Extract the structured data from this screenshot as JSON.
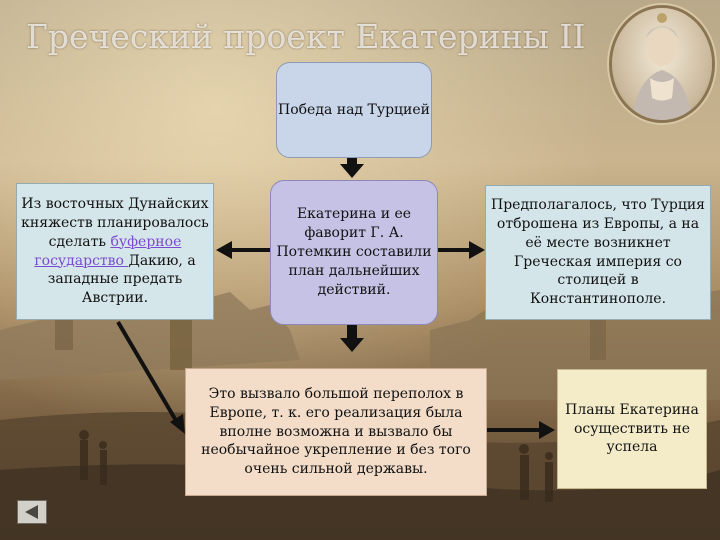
{
  "slide": {
    "title": "Греческий проект Екатерины II"
  },
  "boxes": {
    "victory": "Победа над Турцией",
    "plan": "Екатерина и ее фаворит Г. А. Потемкин составили план дальнейших действий.",
    "danube_before": "Из восточных Дунайских княжеств планировалось сделать ",
    "danube_link": "буферное государство ",
    "danube_after": "Дакию, а западные предать Австрии.",
    "greek": "Предполагалось, что Турция отброшена из Европы, а на её месте возникнет Греческая империя со столицей в Константинополе.",
    "europe": "Это вызвало большой переполох в Европе, т. к. его реализация была вполне возможна и вызвало бы необычайное укрепление и без того очень сильной державы.",
    "failed": "Планы Екатерина осуществить не успела"
  },
  "icons": {
    "portrait": "portrait-medallion-icon",
    "back": "triangle-left-icon"
  },
  "colors": {
    "victory_fill": "#c9d6ea",
    "plan_fill": "#c6c2e6",
    "side_fill": "#d5e6ea",
    "europe_fill": "#f3ddc9",
    "failed_fill": "#f4ecc9",
    "arrow": "#111111",
    "link": "#7a4bd1"
  }
}
